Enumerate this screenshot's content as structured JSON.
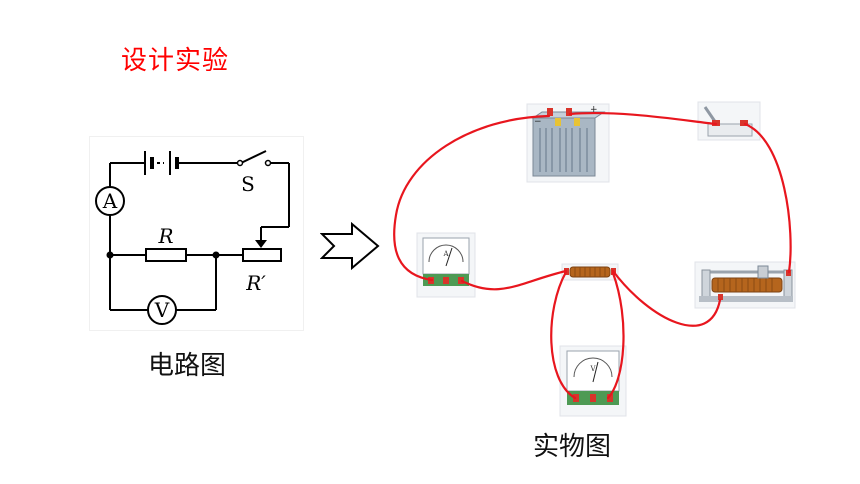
{
  "title": "设计实验",
  "captions": {
    "circuit_diagram": "电路图",
    "physical_diagram": "实物图"
  },
  "schematic": {
    "labels": {
      "switch": "S",
      "ammeter": "A",
      "resistor": "R",
      "rheostat": "R′",
      "voltmeter": "V"
    }
  },
  "components": {
    "ammeter_letter": "A",
    "voltmeter_letter": "V"
  },
  "colors": {
    "title": "#ff0000",
    "wire": "#e8161e",
    "battery": "#8fa1b3",
    "coil": "#b5651d"
  }
}
